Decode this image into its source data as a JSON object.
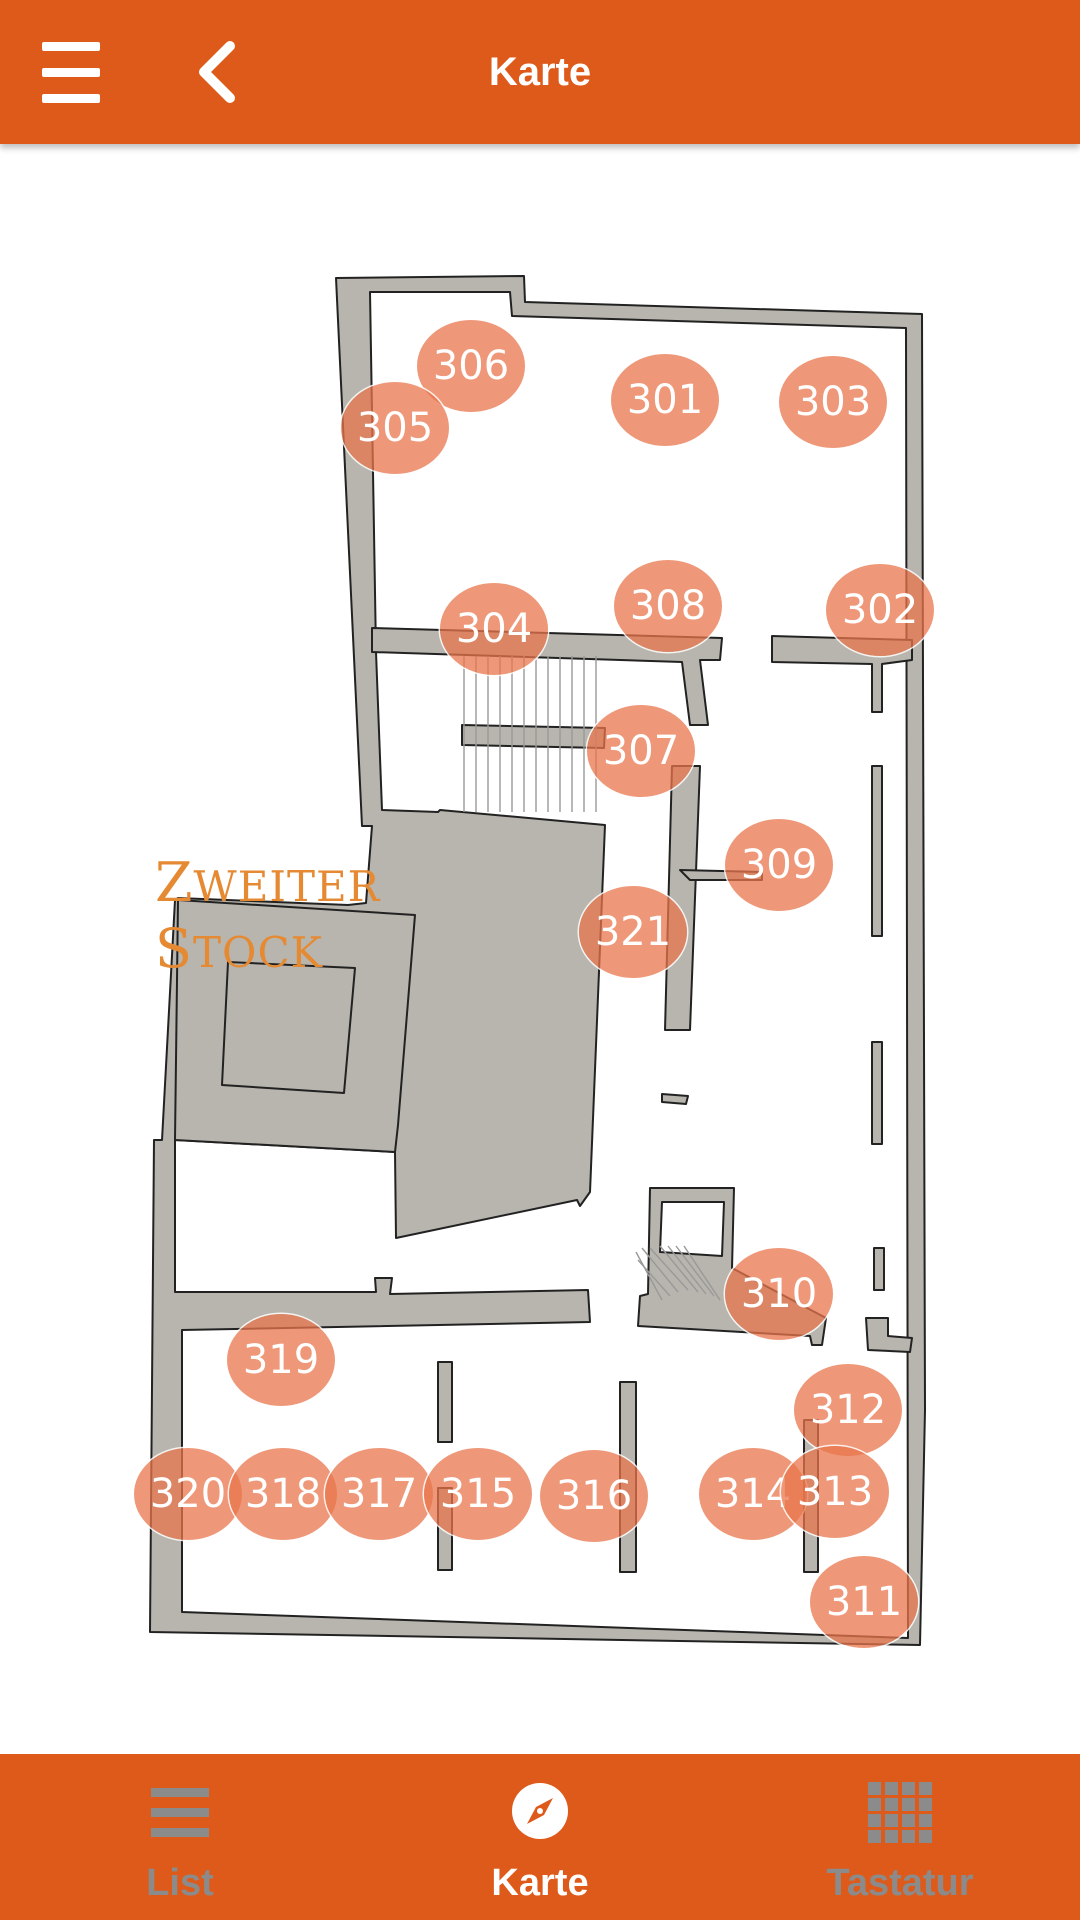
{
  "header": {
    "title": "Karte",
    "menu_icon": "hamburger-menu-icon",
    "back_icon": "chevron-left-icon"
  },
  "map": {
    "floor_label": {
      "line1_initial": "Z",
      "line1_rest": "WEITER",
      "line2_initial": "S",
      "line2_rest": "TOCK",
      "color": "#e58a33"
    },
    "wall_color": "#b7b5ad",
    "marker_color": "#e8764c",
    "rooms": [
      "306",
      "305",
      "301",
      "303",
      "304",
      "308",
      "302",
      "307",
      "309",
      "321",
      "310",
      "319",
      "312",
      "320",
      "318",
      "317",
      "315",
      "316",
      "314",
      "313",
      "311"
    ]
  },
  "bottom_nav": {
    "items": [
      {
        "label": "List",
        "icon": "list-icon",
        "active": false
      },
      {
        "label": "Karte",
        "icon": "compass-icon",
        "active": true
      },
      {
        "label": "Tastatur",
        "icon": "keypad-grid-icon",
        "active": false
      }
    ],
    "active_color": "#ffffff",
    "inactive_color": "#8b8b8b"
  },
  "colors": {
    "accent": "#de5a1a"
  }
}
